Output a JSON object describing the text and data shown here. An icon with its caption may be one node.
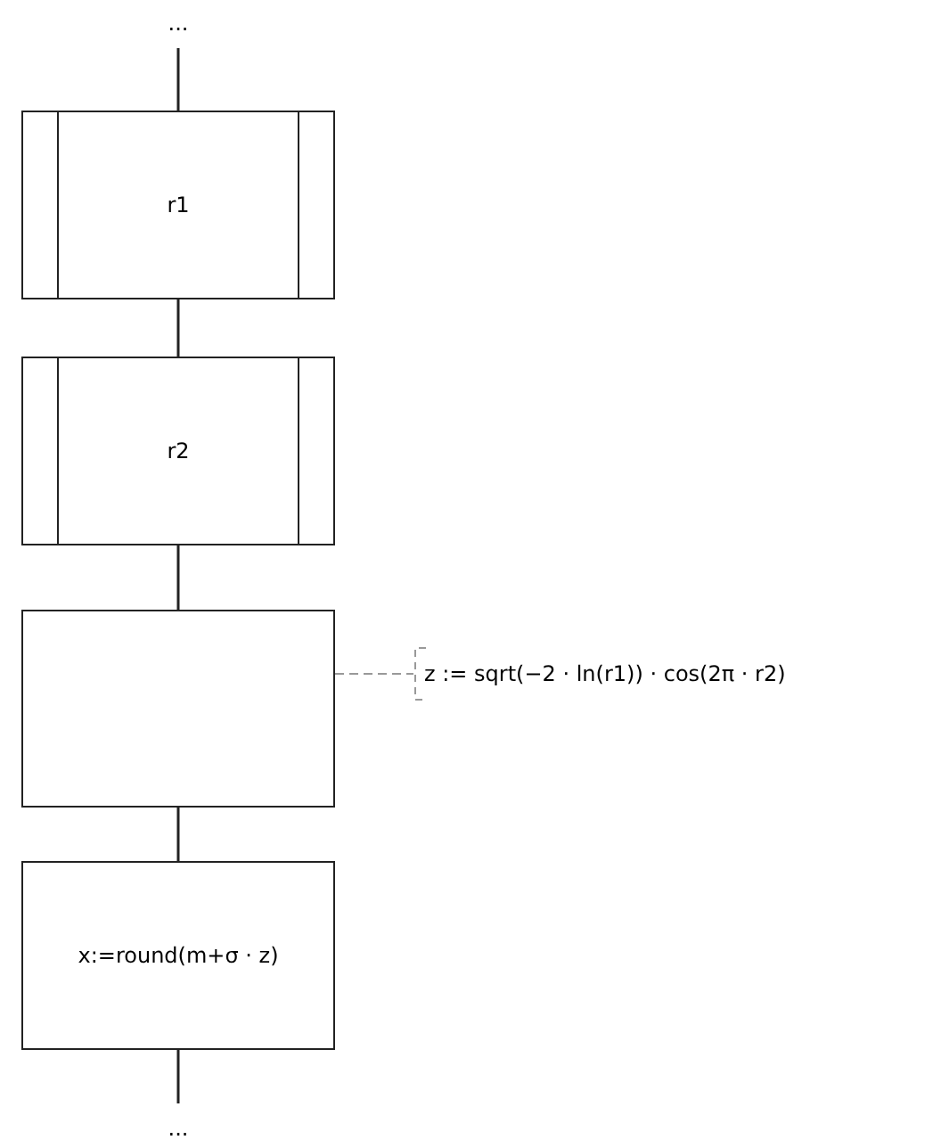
{
  "diagram": {
    "nodes": [
      {
        "text": [
          "..."
        ]
      },
      {
        "text": [
          "r1"
        ]
      },
      {
        "text": [
          "r2"
        ]
      },
      {
        "text": [],
        "shape": "box"
      },
      {
        "text": [
          "z := sqrt(−2 · ln(r1)) · cos(2π · r2)"
        ]
      },
      {
        "text": [
          "x:=round(m+σ · z)"
        ]
      },
      {
        "text": [
          "..."
        ]
      }
    ],
    "edges": [
      {
        "from": 0,
        "to": 1,
        "arrow": "none"
      },
      {
        "from": 1,
        "to": 2,
        "arrow": "none"
      },
      {
        "from": 2,
        "to": 3,
        "arrow": "none"
      },
      {
        "from": 3,
        "to": 4,
        "arrow": "none",
        "style": "dashed",
        "color": "#999999"
      },
      {
        "from": 3,
        "to": 5,
        "arrow": "none"
      },
      {
        "from": 5,
        "to": 6,
        "arrow": "none"
      }
    ]
  }
}
